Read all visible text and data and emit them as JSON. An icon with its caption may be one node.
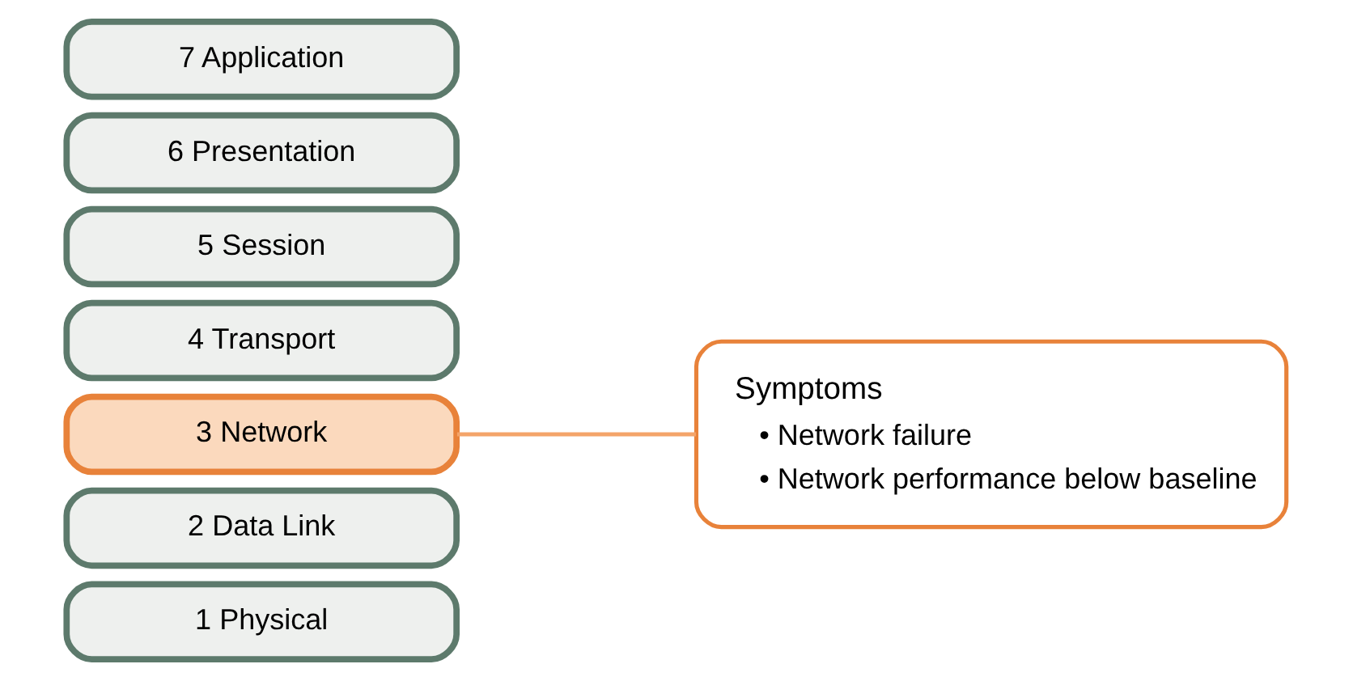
{
  "diagram": {
    "nodes": [
      {
        "text": [
          "7 Application"
        ]
      },
      {
        "text": [
          "6 Presentation"
        ]
      },
      {
        "text": [
          "5 Session"
        ]
      },
      {
        "text": [
          "4 Transport"
        ]
      },
      {
        "text": [
          "3 Network"
        ]
      },
      {
        "text": [
          "2 Data Link"
        ]
      },
      {
        "text": [
          "1 Physical"
        ]
      },
      {
        "text": [
          "Symptoms",
          "• Network failure",
          "• Network performance below baseline"
        ]
      }
    ],
    "edges": [
      {
        "from": 4,
        "to": 7,
        "arrow": "none",
        "color": "#f4a46a"
      }
    ]
  }
}
